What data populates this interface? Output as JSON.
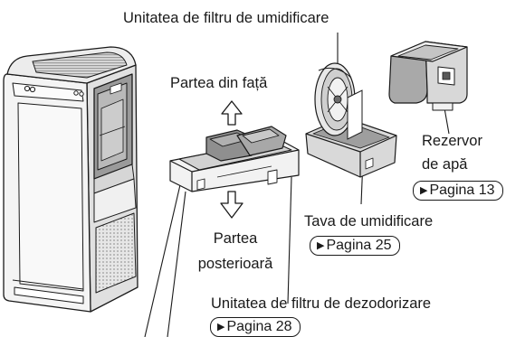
{
  "labels": {
    "humidifier_filter_unit": "Unitatea de filtru de umidificare",
    "front": "Partea din față",
    "rear_line1": "Partea",
    "rear_line2": "posterioară",
    "water_tank_line1": "Rezervor",
    "water_tank_line2": "de apă",
    "humidifier_tray": "Tava de umidificare",
    "deodorizing_filter_unit": "Unitatea de filtru de dezodorizare"
  },
  "page_refs": {
    "water_tank": "Pagina 13",
    "humidifier_tray": "Pagina 25",
    "deodorizing_filter": "Pagina 28"
  },
  "colors": {
    "line": "#1a1a1a",
    "body_light": "#f2f2f2",
    "body_mid": "#cfcfcf",
    "body_dark": "#8c8c8c"
  }
}
